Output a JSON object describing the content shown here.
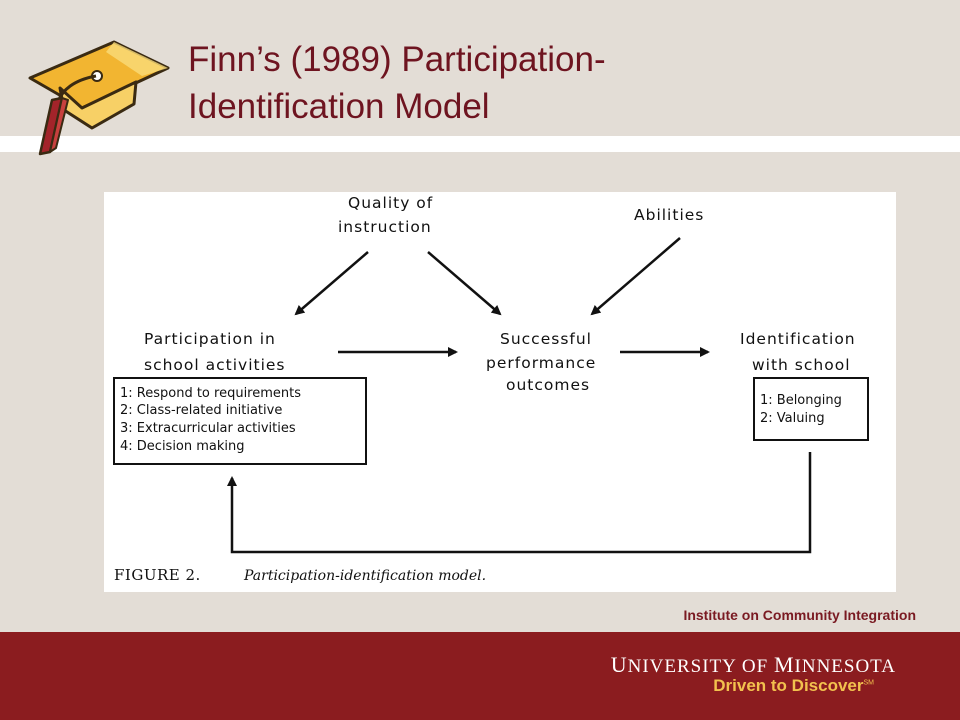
{
  "slide": {
    "title_line1": "Finn’s (1989) Participation-",
    "title_line2": "Identification Model",
    "institute": "Institute on Community Integration"
  },
  "diagram": {
    "nodes": {
      "quality_line1": "Quality of",
      "quality_line2": "instruction",
      "abilities": "Abilities",
      "participation_line1": "Participation   in",
      "participation_line2": "school  activities",
      "outcomes_line1": "Successful",
      "outcomes_line2": "performance",
      "outcomes_line3": "outcomes",
      "identification_line1": "Identification",
      "identification_line2": "with school"
    },
    "participation_list": [
      "1: Respond to requirements",
      "2: Class-related  initiative",
      "3: Extracurricular  activities",
      "4: Decision  making"
    ],
    "identification_list": [
      "1:  Belonging",
      "2:  Valuing"
    ],
    "caption_label": "FIGURE 2.",
    "caption_text": "Participation-identification model."
  },
  "footer": {
    "university_u": "U",
    "university_rest1": "NIVERSITY OF ",
    "university_m": "M",
    "university_rest2": "INNESOTA",
    "tagline": "Driven to Discover",
    "tagline_mark": "SM"
  },
  "colors": {
    "title": "#6e1420",
    "footer_bg": "#8b1c1f",
    "tagline": "#f2c14e",
    "background": "#e3ddd6"
  }
}
